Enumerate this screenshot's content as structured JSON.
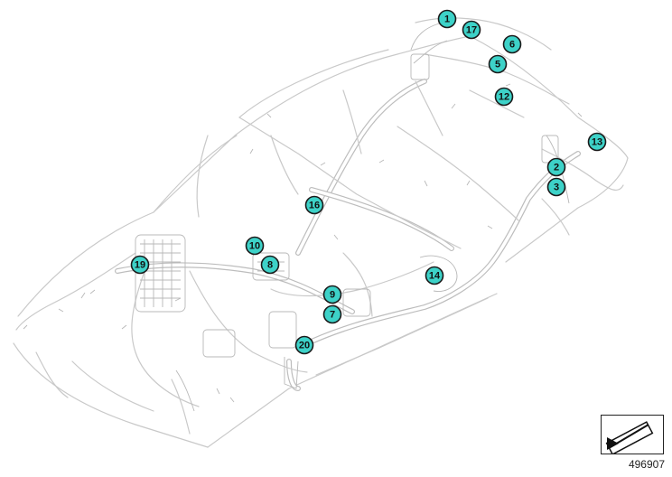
{
  "diagram": {
    "callouts": [
      {
        "id": "1",
        "label": "1"
      },
      {
        "id": "17",
        "label": "17"
      },
      {
        "id": "6",
        "label": "6"
      },
      {
        "id": "5",
        "label": "5"
      },
      {
        "id": "12",
        "label": "12"
      },
      {
        "id": "13",
        "label": "13"
      },
      {
        "id": "2",
        "label": "2"
      },
      {
        "id": "3",
        "label": "3"
      },
      {
        "id": "16",
        "label": "16"
      },
      {
        "id": "10",
        "label": "10"
      },
      {
        "id": "8",
        "label": "8"
      },
      {
        "id": "19",
        "label": "19"
      },
      {
        "id": "14",
        "label": "14"
      },
      {
        "id": "9",
        "label": "9"
      },
      {
        "id": "7",
        "label": "7"
      },
      {
        "id": "20",
        "label": "20"
      }
    ],
    "accent_color": "#3dd2c8",
    "wire_color": "#c9c9c9"
  },
  "footer": {
    "nav_icon": "arrow-back-icon",
    "diagram_number": "496907"
  }
}
